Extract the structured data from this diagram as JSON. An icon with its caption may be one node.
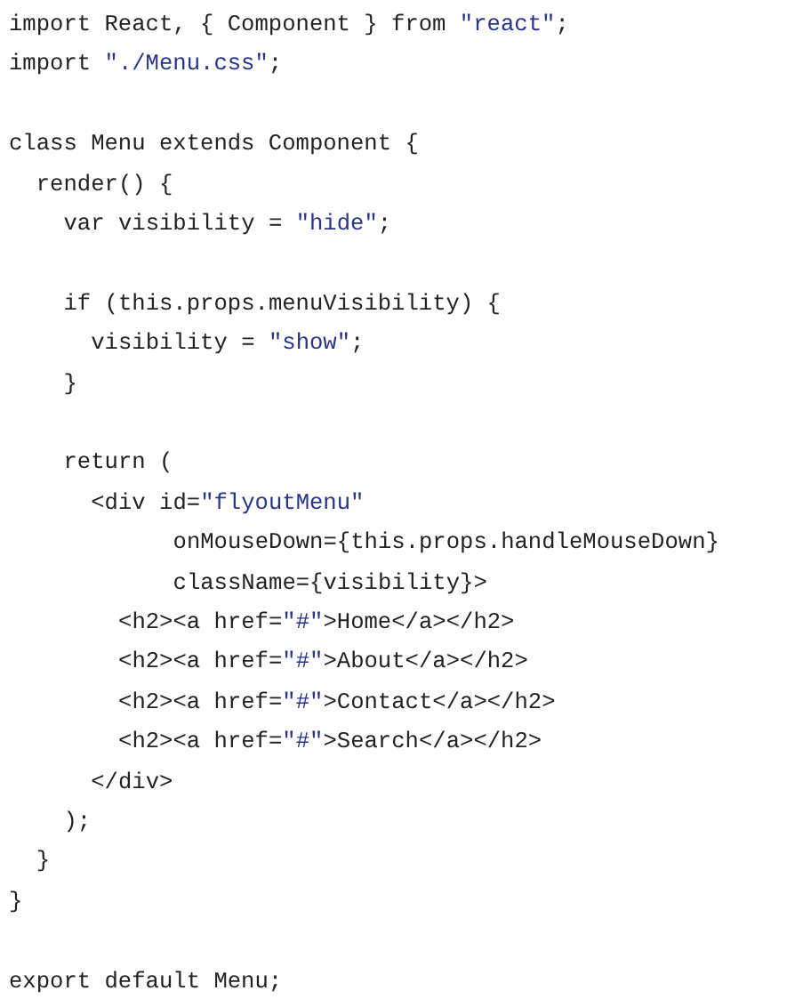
{
  "diagram": {
    "labels": [
      "import React, { Component } from \"react\";",
      "import \"./Menu.css\";",
      "class Menu extends Component {",
      "render() {",
      "var visibility = \"hide\";",
      "if (this.props.menuVisibility) {",
      "visibility = \"show\";",
      "}",
      "return (",
      "<div id=\"flyoutMenu\"",
      "onMouseDown={this.props.handleMouseDown}",
      "className={visibility}>",
      "<h2><a href=\"#\">Home</a></h2>",
      "<h2><a href=\"#\">About</a></h2>",
      "<h2><a href=\"#\">Contact</a></h2>",
      "<h2><a href=\"#\">Search</a></h2>",
      "</div>",
      ");",
      "}",
      "}",
      "export default Menu;"
    ]
  }
}
